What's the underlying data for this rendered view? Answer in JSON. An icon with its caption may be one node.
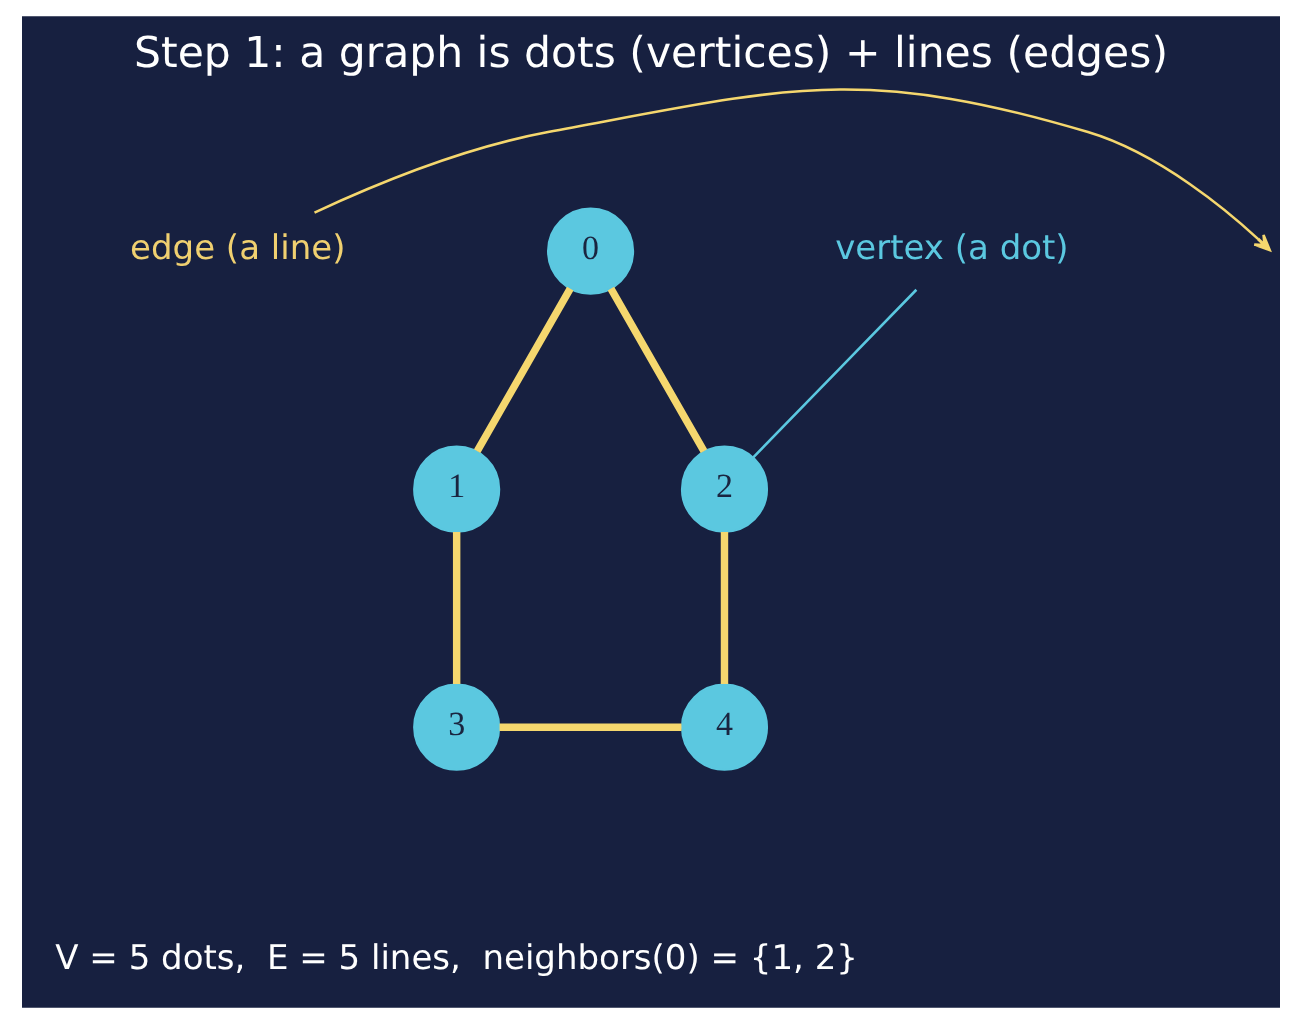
{
  "diagram": {
    "title": "Step 1: a graph is dots (vertices) + lines (edges)",
    "caption": "V = 5 dots,  E = 5 lines,  neighbors(0) = {1, 2}",
    "nodes": [
      {
        "text": [
          "0"
        ]
      },
      {
        "text": [
          "1"
        ]
      },
      {
        "text": [
          "2"
        ]
      },
      {
        "text": [
          "3"
        ]
      },
      {
        "text": [
          "4"
        ]
      },
      {
        "text": [
          "edge (a line)"
        ]
      },
      {
        "text": [
          "vertex (a dot)"
        ]
      }
    ],
    "edges": [
      {
        "from": 0,
        "to": 1,
        "arrow": "none"
      },
      {
        "from": 0,
        "to": 2,
        "arrow": "none"
      },
      {
        "from": 1,
        "to": 3,
        "arrow": "none"
      },
      {
        "from": 2,
        "to": 4,
        "arrow": "none"
      },
      {
        "from": 3,
        "to": 4,
        "arrow": "none"
      },
      {
        "from": 5,
        "to": null,
        "arrow": "to"
      },
      {
        "from": 6,
        "to": 2,
        "arrow": "none",
        "color": "#5bc8e0"
      }
    ]
  }
}
